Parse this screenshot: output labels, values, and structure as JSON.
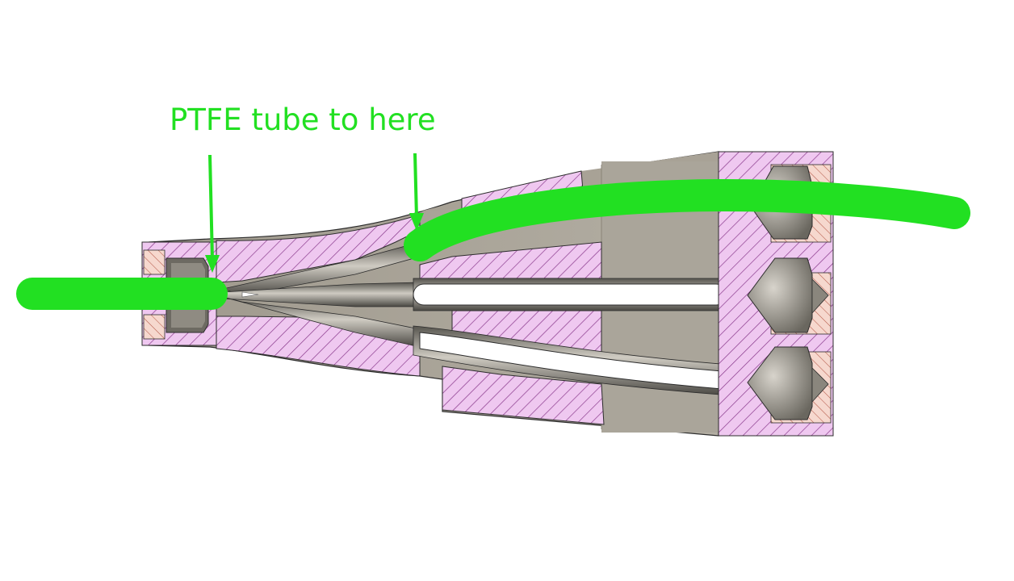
{
  "annotation": {
    "label": "PTFE tube to here"
  },
  "colors": {
    "annotation_green": "#22e022",
    "section_pink": "#efc8f0",
    "hatch_purple": "#8a3a8c",
    "section_salmon": "#f6d8ce",
    "hatch_red": "#b65a4a",
    "body_grey": "#a39d91",
    "body_grey_dark": "#8d8779",
    "body_grey_light": "#c2bdb2",
    "channel_steel": "#7a786f",
    "outline": "#2c2c2c"
  },
  "diagram": {
    "parts": [
      "inlet-nut",
      "body-section",
      "outlet-block",
      "left-tube",
      "right-tube",
      "arrows",
      "channels"
    ]
  }
}
